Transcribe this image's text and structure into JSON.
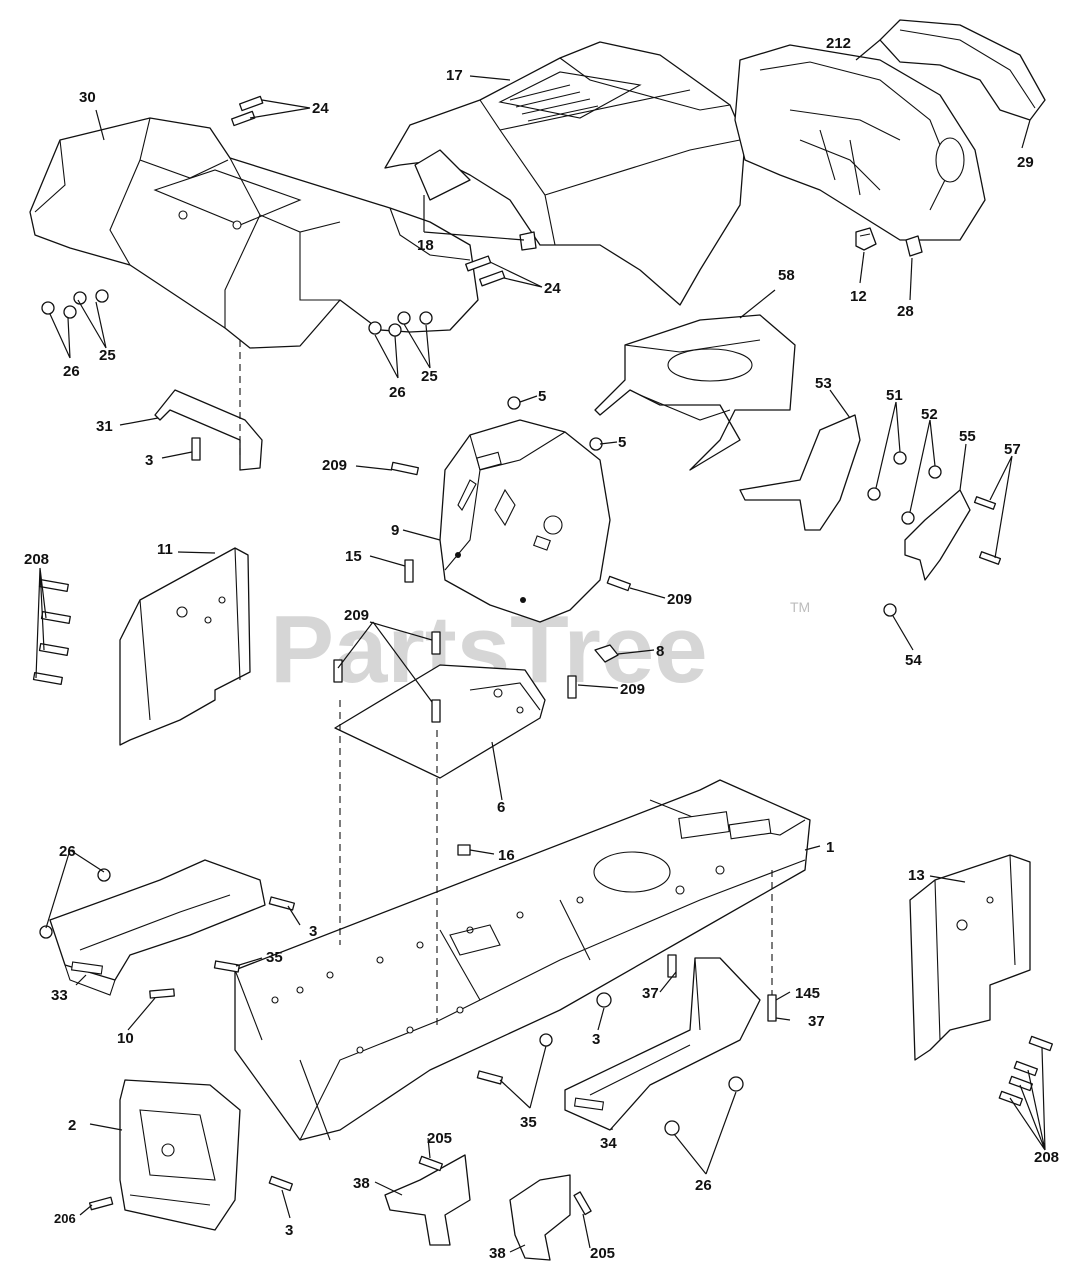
{
  "watermark": {
    "brand": "PartsTree",
    "trademark": "TM"
  },
  "callouts": {
    "c1": "1",
    "c2": "2",
    "c3a": "3",
    "c3b": "3",
    "c3c": "3",
    "c3d": "3",
    "c5a": "5",
    "c5b": "5",
    "c6": "6",
    "c8": "8",
    "c9": "9",
    "c10": "10",
    "c11": "11",
    "c12": "12",
    "c13": "13",
    "c15": "15",
    "c16": "16",
    "c17": "17",
    "c18": "18",
    "c24a": "24",
    "c24b": "24",
    "c25a": "25",
    "c25b": "25",
    "c26a": "26",
    "c26b": "26",
    "c26c": "26",
    "c26d": "26",
    "c28": "28",
    "c29": "29",
    "c30": "30",
    "c31": "31",
    "c33": "33",
    "c34": "34",
    "c35a": "35",
    "c35b": "35",
    "c37a": "37",
    "c37b": "37",
    "c38a": "38",
    "c38b": "38",
    "c51": "51",
    "c52": "52",
    "c53": "53",
    "c54": "54",
    "c55": "55",
    "c57": "57",
    "c58": "58",
    "c145": "145",
    "c205a": "205",
    "c205b": "205",
    "c206": "206",
    "c208a": "208",
    "c208b": "208",
    "c209a": "209",
    "c209b": "209",
    "c209c": "209",
    "c209d": "209",
    "c212": "212"
  }
}
